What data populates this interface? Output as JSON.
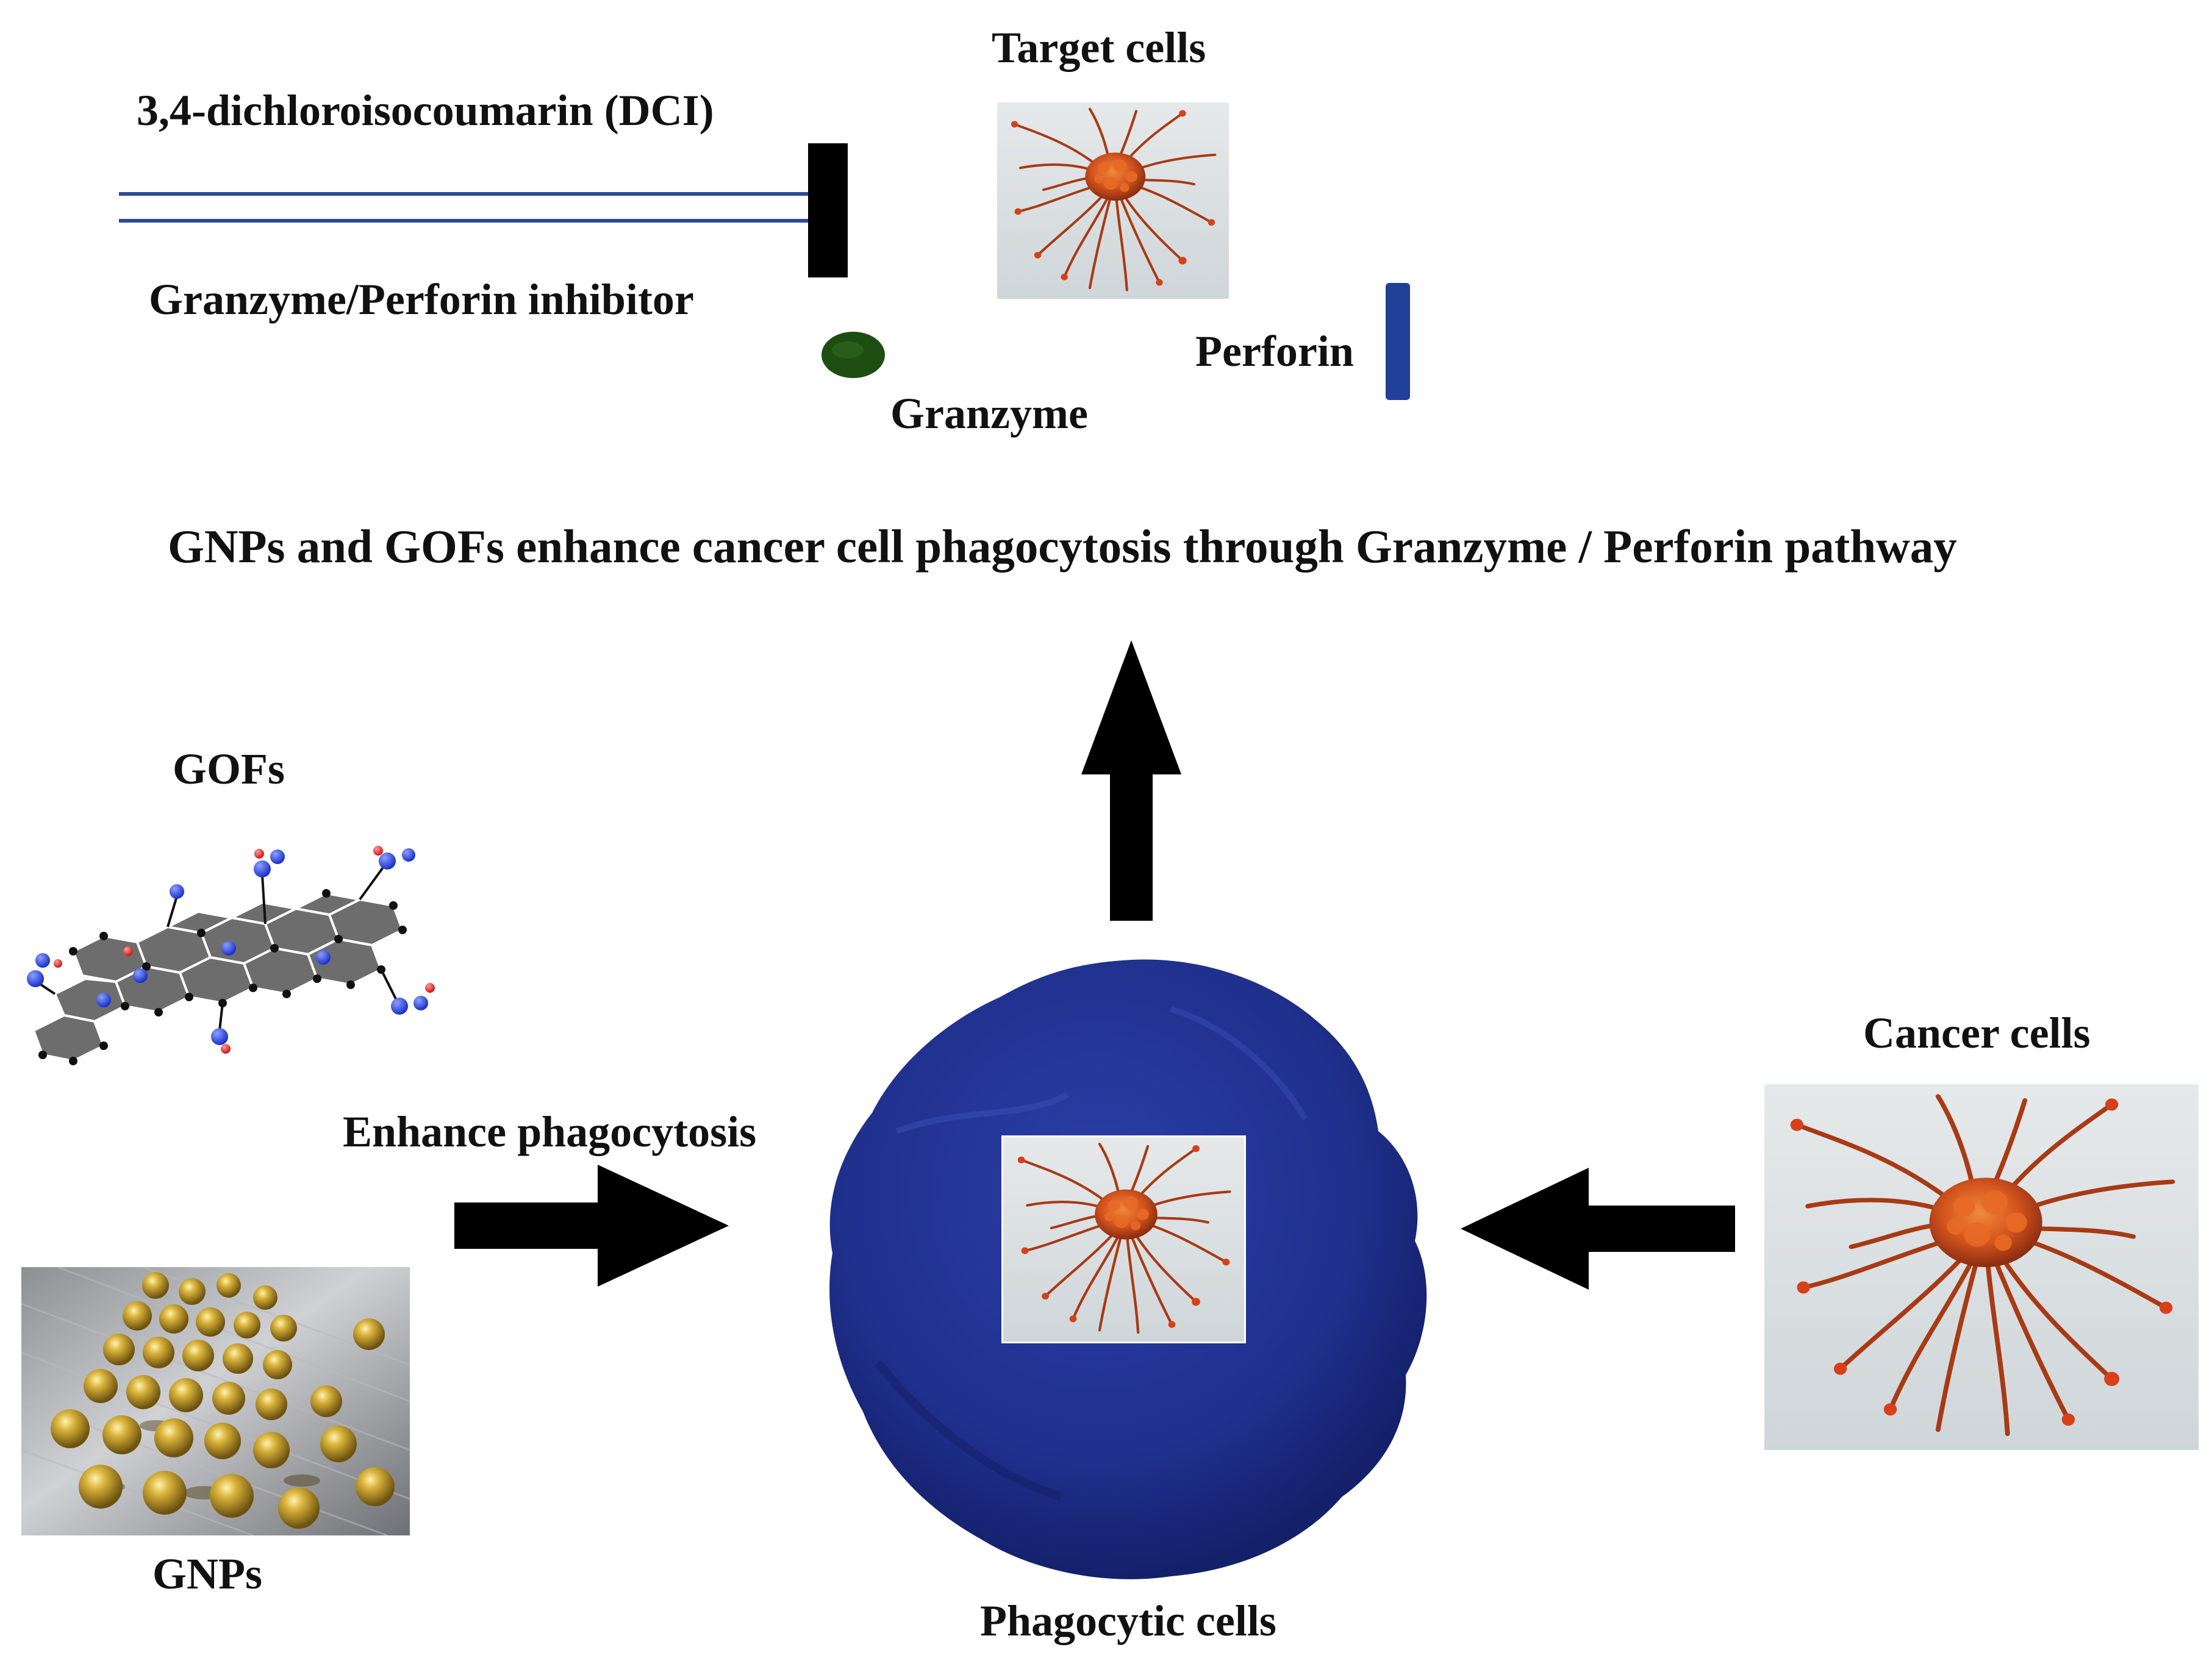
{
  "labels": {
    "target_cells": "Target cells",
    "dci": "3,4-dichloroisocoumarin (DCI)",
    "inhibitor": "Granzyme/Perforin inhibitor",
    "granzyme": "Granzyme",
    "perforin": "Perforin",
    "main_title": "GNPs and GOFs enhance cancer cell phagocytosis through Granzyme / Perforin pathway",
    "gofs": "GOFs",
    "enhance": "Enhance phagocytosis",
    "cancer_cells": "Cancer cells",
    "gnps": "GNPs",
    "phagocytic_cells": "Phagocytic cells"
  },
  "colors": {
    "inhibitor_line": "#2b4a9a",
    "inhibitor_bar": "#000000",
    "granzyme": "#1e4d12",
    "perforin": "#21409a",
    "phagocyte": "#1f2f8c",
    "cancer_cell": "#c8461a",
    "gold": "#c9a227",
    "arrow": "#000000"
  },
  "icons": {
    "target_cell": "cancer-cell-icon",
    "phagocyte": "phagocyte-cell-icon",
    "gof": "graphene-oxide-sheet-icon",
    "gnp": "gold-nanoparticles-icon"
  }
}
